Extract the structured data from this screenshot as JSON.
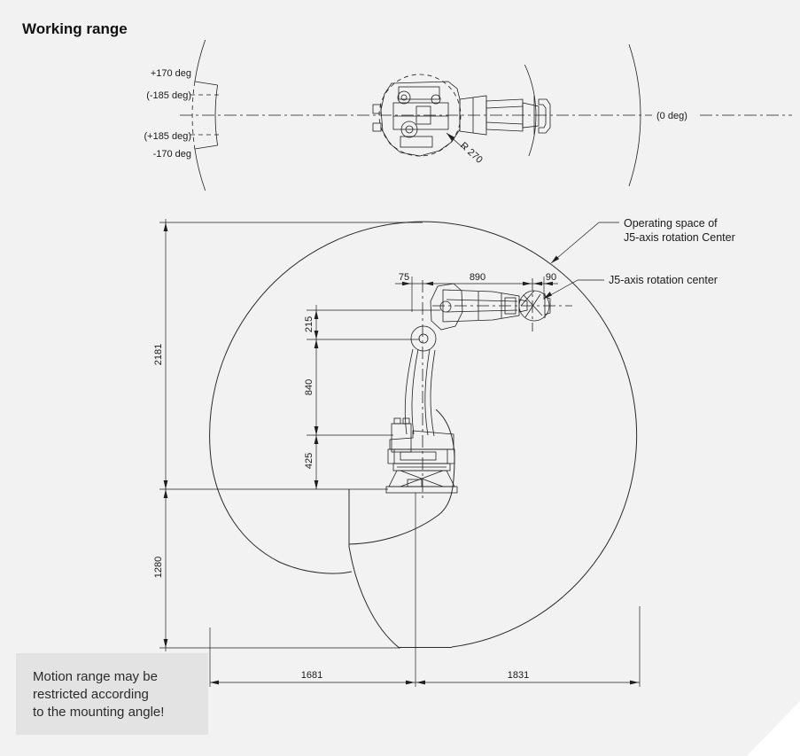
{
  "title": "Working range",
  "colors": {
    "background": "#f2f2f2",
    "line": "#1f1f1f",
    "note_background": "#e3e3e3",
    "corner_cut": "#ffffff"
  },
  "top_view": {
    "angle_labels": [
      "+170 deg",
      "(-185 deg)",
      "(+185 deg)",
      "-170 deg"
    ],
    "zero_label": "(0 deg)",
    "radius_label": "R 270"
  },
  "side_view": {
    "operating_space_label": [
      "Operating space of",
      "J5-axis rotation Center"
    ],
    "j5_label": "J5-axis rotation center",
    "dimensions": {
      "top": [
        "75",
        "890",
        "90"
      ],
      "vertical_outer": [
        "2181",
        "1280"
      ],
      "vertical_inner": [
        "215",
        "840",
        "425"
      ],
      "bottom": [
        "1681",
        "1831"
      ]
    }
  },
  "note": {
    "lines": [
      "Motion range may be",
      "restricted according",
      "to the mounting angle!"
    ]
  }
}
